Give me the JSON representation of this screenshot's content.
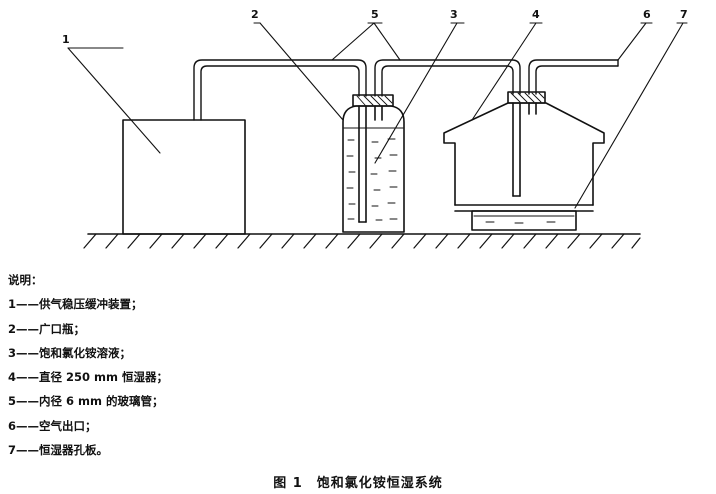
{
  "callouts": [
    "1",
    "2",
    "5",
    "3",
    "4",
    "6",
    "7"
  ],
  "legend": {
    "title": "说明：",
    "items": [
      "1——供气稳压缓冲装置；",
      "2——广口瓶；",
      "3——饱和氯化铵溶液；",
      "4——直径 250 mm 恒湿器；",
      "5——内径 6 mm 的玻璃管；",
      "6——空气出口；",
      "7——恒湿器孔板。"
    ]
  },
  "caption": "图 1　饱和氯化铵恒湿系统"
}
